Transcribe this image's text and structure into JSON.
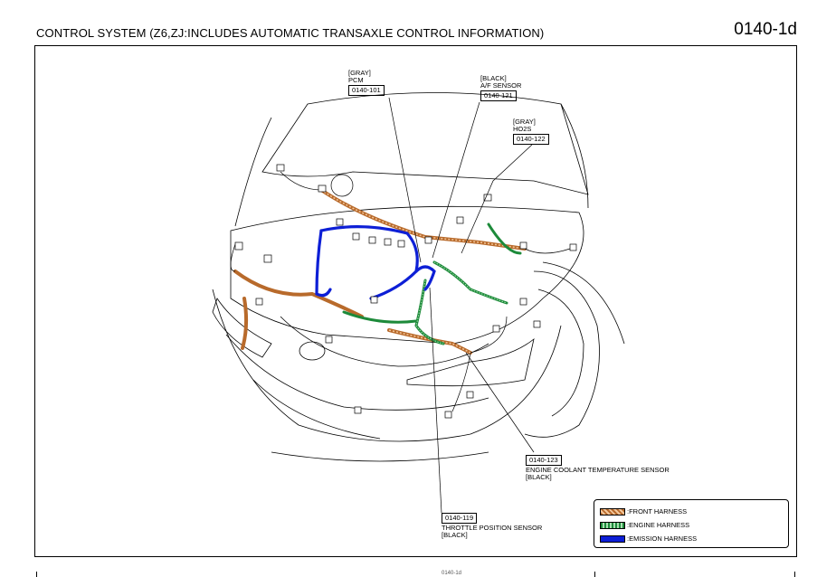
{
  "header": {
    "title": "CONTROL SYSTEM (Z6,ZJ:INCLUDES AUTOMATIC TRANSAXLE CONTROL INFORMATION)",
    "page_code": "0140-1d"
  },
  "callouts": [
    {
      "id": "pcm",
      "color": "[GRAY]",
      "name": "PCM",
      "code": "0140-101"
    },
    {
      "id": "af",
      "color": "[BLACK]",
      "name": "A/F SENSOR",
      "code": "0140-121"
    },
    {
      "id": "ho2s",
      "color": "[GRAY]",
      "name": "HO2S",
      "code": "0140-122"
    },
    {
      "id": "ect",
      "code": "0140-123",
      "name": "ENGINE COOLANT TEMPERATURE SENSOR",
      "color": "[BLACK]"
    },
    {
      "id": "tps",
      "code": "0140-119",
      "name": "THROTTLE POSITION SENSOR",
      "color": "[BLACK]"
    }
  ],
  "legend": [
    {
      "label": ":FRONT HARNESS",
      "color": "#b86a2b"
    },
    {
      "label": ":ENGINE HARNESS",
      "color": "#1d8a3a"
    },
    {
      "label": ":EMISSION HARNESS",
      "color": "#0d1fd6"
    }
  ],
  "footer": {
    "mark": "0140-1d"
  }
}
